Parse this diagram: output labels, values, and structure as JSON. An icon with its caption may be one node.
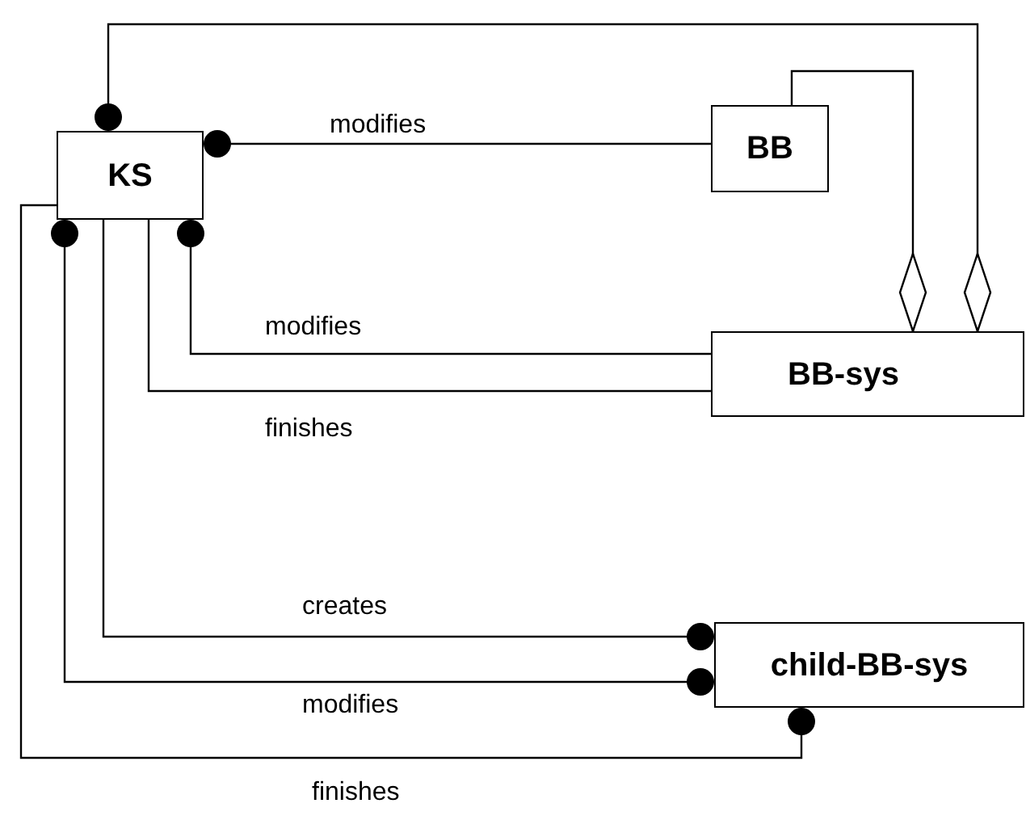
{
  "diagram": {
    "nodes": [
      {
        "text": [
          "KS"
        ]
      },
      {
        "text": [
          "BB"
        ]
      },
      {
        "text": [
          "BB-sys"
        ]
      },
      {
        "text": [
          "child-BB-sys"
        ]
      }
    ],
    "edges": [
      {
        "from": 0,
        "to": 2,
        "arrow": "other"
      },
      {
        "from": 0,
        "to": 1,
        "arrow": "other",
        "label": "modifies"
      },
      {
        "from": 1,
        "to": 2,
        "arrow": "other"
      },
      {
        "from": 0,
        "to": 2,
        "arrow": "other",
        "label": "modifies"
      },
      {
        "from": 0,
        "to": 2,
        "arrow": "none",
        "label": "finishes"
      },
      {
        "from": 0,
        "to": 3,
        "arrow": "other",
        "label": "creates"
      },
      {
        "from": 0,
        "to": 3,
        "arrow": "other",
        "label": "modifies"
      },
      {
        "from": 0,
        "to": 3,
        "arrow": "other",
        "label": "finishes"
      }
    ]
  }
}
